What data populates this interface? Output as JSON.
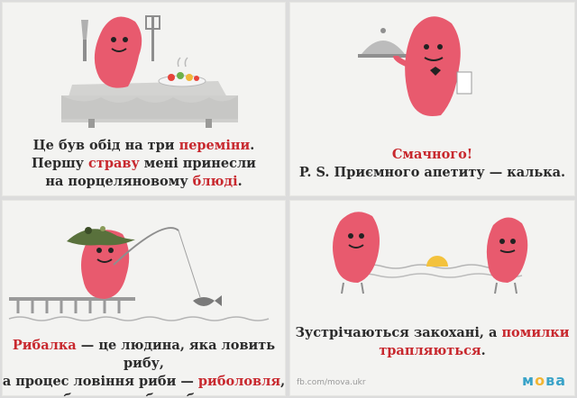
{
  "panels": [
    {
      "lines": [
        [
          {
            "t": "Це був обід на три ",
            "hl": false
          },
          {
            "t": "переміни",
            "hl": true
          },
          {
            "t": ".",
            "hl": false
          }
        ],
        [
          {
            "t": "Першу ",
            "hl": false
          },
          {
            "t": "страву",
            "hl": true
          },
          {
            "t": " мені принесли",
            "hl": false
          }
        ],
        [
          {
            "t": "на порцеляновому ",
            "hl": false
          },
          {
            "t": "блюді",
            "hl": true
          },
          {
            "t": ".",
            "hl": false
          }
        ]
      ]
    },
    {
      "lines": [
        [
          {
            "t": "Смачного!",
            "hl": true
          }
        ],
        [
          {
            "t": "P. S. Приємного апетиту — калька.",
            "hl": false
          }
        ]
      ]
    },
    {
      "lines": [
        [
          {
            "t": "Рибалка",
            "hl": true
          },
          {
            "t": " — це людина, яка ловить рибу,",
            "hl": false
          }
        ],
        [
          {
            "t": "а процес ловіння риби — ",
            "hl": false
          },
          {
            "t": "риболовля",
            "hl": true
          },
          {
            "t": ",",
            "hl": false
          }
        ],
        [
          {
            "t": "рибальство або рибацтво.",
            "hl": false
          }
        ]
      ]
    },
    {
      "lines": [
        [
          {
            "t": "Зустрічаються закохані, а ",
            "hl": false
          },
          {
            "t": "помилки",
            "hl": true
          }
        ],
        [
          {
            "t": "трапляються",
            "hl": true
          },
          {
            "t": ".",
            "hl": false
          }
        ]
      ]
    }
  ],
  "credit": "fb.com/mova.ukr",
  "logo": {
    "left": "м",
    "o": "о",
    "right": "ва"
  },
  "colors": {
    "accent": "#c8282e",
    "character": "#e85a6e",
    "text": "#2b2b2b",
    "logo": "#3aa3c8"
  }
}
